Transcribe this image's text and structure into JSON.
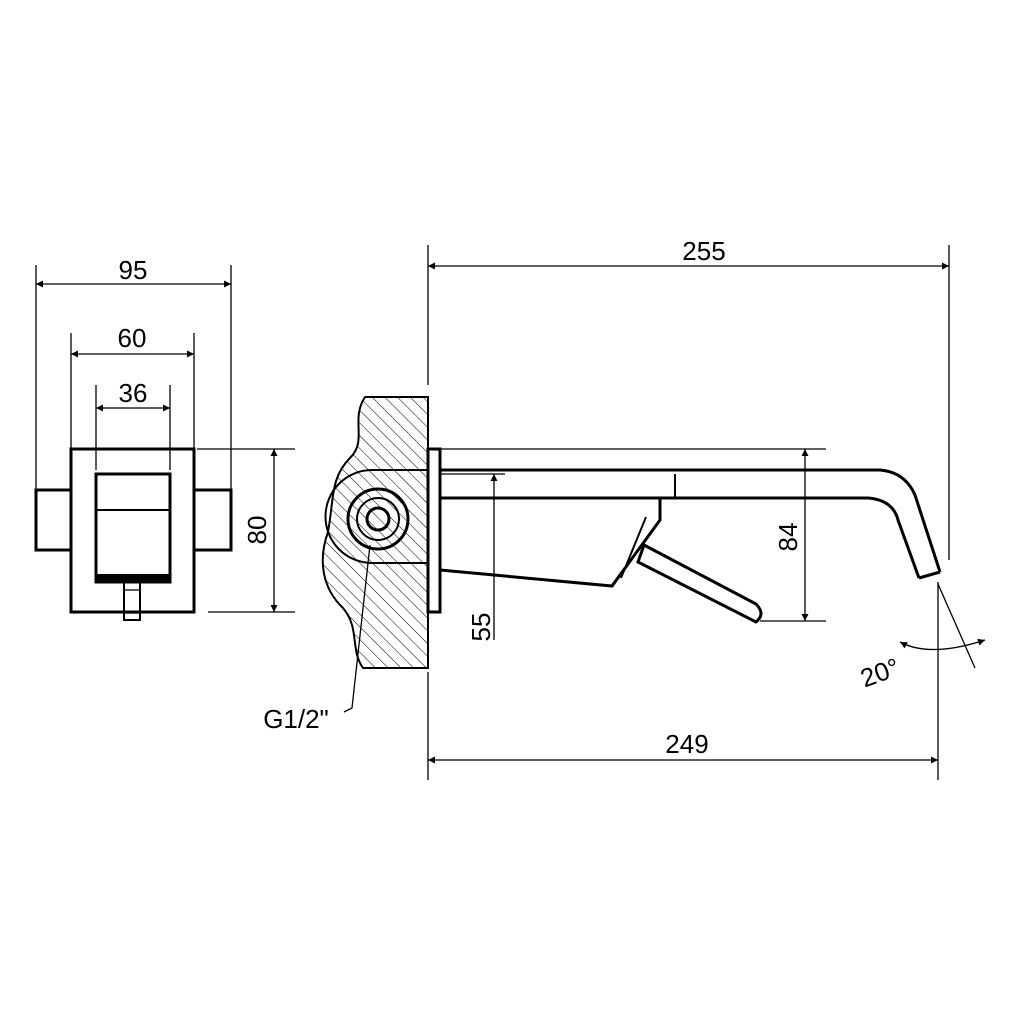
{
  "drawing": {
    "front_view": {
      "width_overall": "95",
      "width_plate": "60",
      "width_lever": "36",
      "height_plate": "80"
    },
    "side_view": {
      "length_total": "255",
      "length_spout": "249",
      "height_body": "55",
      "height_spout": "84",
      "angle": "20°",
      "thread": "G1/2\""
    },
    "colors": {
      "line": "#000000",
      "background": "#ffffff"
    }
  }
}
